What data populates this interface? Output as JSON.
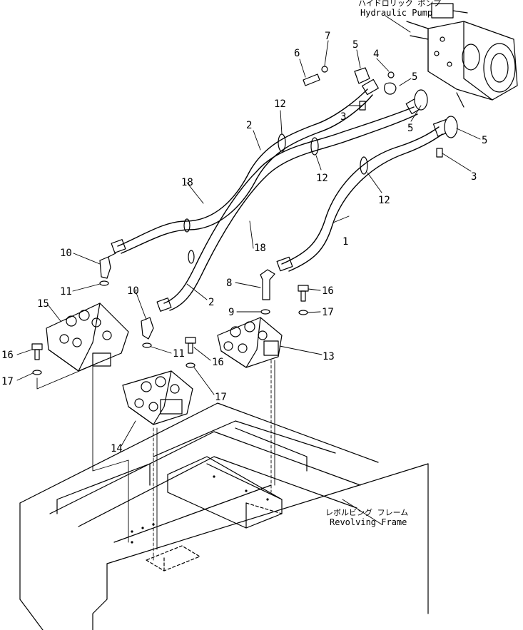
{
  "labels": {
    "pump_jp": "ハイドロリック ポンプ",
    "pump_en": "Hydraulic Pump",
    "frame_jp": "レボルビング フレーム",
    "frame_en": "Revolving Frame"
  },
  "callouts": {
    "c1": "1",
    "c2a": "2",
    "c2b": "2",
    "c3a": "3",
    "c3b": "3",
    "c4": "4",
    "c5a": "5",
    "c5b": "5",
    "c5c": "5",
    "c5d": "5",
    "c6": "6",
    "c7": "7",
    "c8": "8",
    "c9": "9",
    "c10a": "10",
    "c10b": "10",
    "c11a": "11",
    "c11b": "11",
    "c12a": "12",
    "c12b": "12",
    "c12c": "12",
    "c13": "13",
    "c14": "14",
    "c15": "15",
    "c16a": "16",
    "c16b": "16",
    "c16c": "16",
    "c17a": "17",
    "c17b": "17",
    "c17c": "17",
    "c18a": "18",
    "c18b": "18"
  }
}
